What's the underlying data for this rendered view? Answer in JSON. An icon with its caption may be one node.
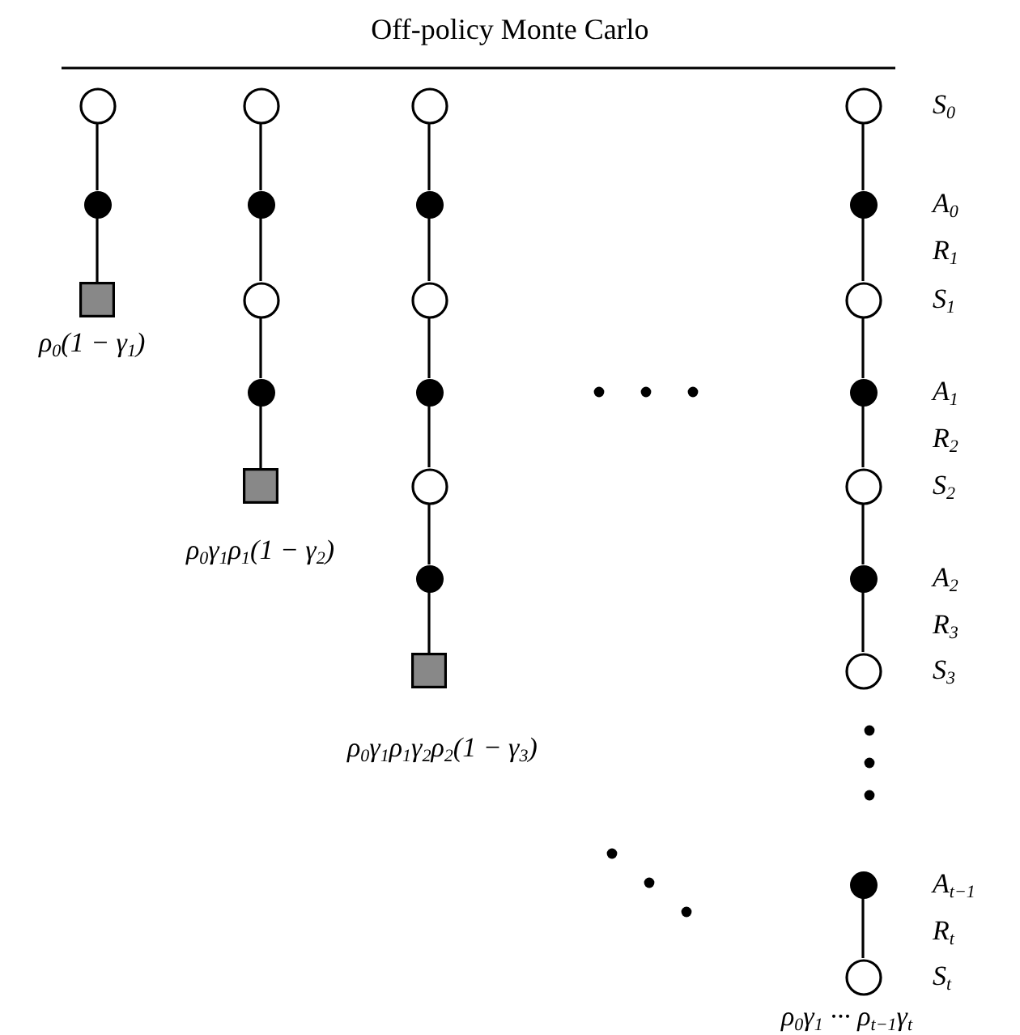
{
  "diagram": {
    "title": "Off-policy Monte Carlo",
    "nodes": [
      {
        "text": [],
        "shape": "circle"
      },
      {
        "text": [],
        "shape": "dot"
      },
      {
        "text": [],
        "shape": "box",
        "beside": [
          "ρ$_{0}$(1 − γ$_{1}$)"
        ]
      },
      {
        "text": [],
        "shape": "circle"
      },
      {
        "text": [],
        "shape": "dot"
      },
      {
        "text": [],
        "shape": "circle"
      },
      {
        "text": [],
        "shape": "dot"
      },
      {
        "text": [],
        "shape": "box",
        "beside": [
          "ρ$_{0}$γ$_{1}$ρ$_{1}$(1 − γ$_{2}$)"
        ]
      },
      {
        "text": [],
        "shape": "circle"
      },
      {
        "text": [],
        "shape": "dot"
      },
      {
        "text": [],
        "shape": "circle"
      },
      {
        "text": [],
        "shape": "dot"
      },
      {
        "text": [],
        "shape": "circle"
      },
      {
        "text": [],
        "shape": "dot"
      },
      {
        "text": [],
        "shape": "box",
        "beside": [
          "ρ$_{0}$γ$_{1}$ρ$_{1}$γ$_{2}$ρ$_{2}$(1 − γ$_{3}$)"
        ]
      },
      {
        "text": [],
        "shape": "circle",
        "beside": [
          "S$_{0}$"
        ]
      },
      {
        "text": [],
        "shape": "dot",
        "beside": [
          "A$_{0}$",
          "R$_{1}$"
        ]
      },
      {
        "text": [],
        "shape": "circle",
        "beside": [
          "S$_{1}$"
        ]
      },
      {
        "text": [],
        "shape": "dot",
        "beside": [
          "A$_{1}$",
          "R$_{2}$"
        ]
      },
      {
        "text": [],
        "shape": "circle",
        "beside": [
          "S$_{2}$"
        ]
      },
      {
        "text": [],
        "shape": "dot",
        "beside": [
          "A$_{2}$",
          "R$_{3}$"
        ]
      },
      {
        "text": [],
        "shape": "circle",
        "beside": [
          "S$_{3}$"
        ]
      },
      {
        "text": [],
        "shape": "dot",
        "beside": [
          "A$_{t−1}$",
          "R$_{t}$"
        ]
      },
      {
        "text": [],
        "shape": "circle",
        "beside": [
          "S$_{t}$",
          "ρ$_{0}$γ$_{1}$ ··· ρ$_{t−1}$γ$_{t}$"
        ]
      }
    ],
    "edges": [
      {
        "from": 0,
        "to": 1,
        "arrow": "none"
      },
      {
        "from": 1,
        "to": 2,
        "arrow": "none"
      },
      {
        "from": 3,
        "to": 4,
        "arrow": "none"
      },
      {
        "from": 4,
        "to": 5,
        "arrow": "none"
      },
      {
        "from": 5,
        "to": 6,
        "arrow": "none"
      },
      {
        "from": 6,
        "to": 7,
        "arrow": "none"
      },
      {
        "from": 8,
        "to": 9,
        "arrow": "none"
      },
      {
        "from": 9,
        "to": 10,
        "arrow": "none"
      },
      {
        "from": 10,
        "to": 11,
        "arrow": "none"
      },
      {
        "from": 11,
        "to": 12,
        "arrow": "none"
      },
      {
        "from": 12,
        "to": 13,
        "arrow": "none"
      },
      {
        "from": 13,
        "to": 14,
        "arrow": "none"
      },
      {
        "from": 15,
        "to": 16,
        "arrow": "none"
      },
      {
        "from": 16,
        "to": 17,
        "arrow": "none"
      },
      {
        "from": 17,
        "to": 18,
        "arrow": "none"
      },
      {
        "from": 18,
        "to": 19,
        "arrow": "none"
      },
      {
        "from": 19,
        "to": 20,
        "arrow": "none"
      },
      {
        "from": 20,
        "to": 21,
        "arrow": "none"
      },
      {
        "from": 22,
        "to": 23,
        "arrow": "none"
      }
    ]
  }
}
